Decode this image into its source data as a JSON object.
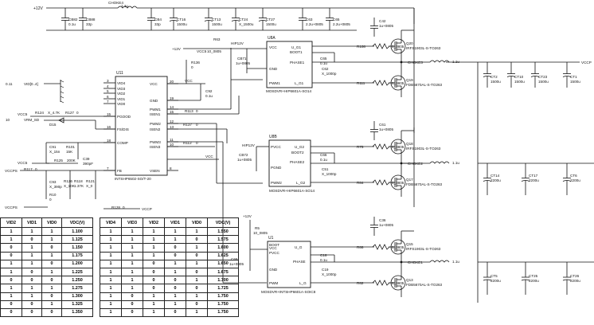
{
  "rail": {
    "v12": "+12V",
    "choke4": "CHOKE4",
    "choke4_val": "1.1u",
    "vccp": "VCCP",
    "vcc5": "VCC5"
  },
  "top_caps": [
    {
      "ref": "CB82",
      "val": "0.1u"
    },
    {
      "ref": "CB88",
      "val": "33p"
    },
    {
      "ref": "CB4",
      "val": "33p"
    },
    {
      "ref": "CT16",
      "val": "1500u"
    },
    {
      "ref": "CT13",
      "val": "1500u"
    },
    {
      "ref": "CT24",
      "val": "X_1500u"
    },
    {
      "ref": "CT27",
      "val": "1500u"
    },
    {
      "ref": "C63",
      "val": "2.2u+0805"
    },
    {
      "ref": "C65",
      "val": "2.2u+0805"
    }
  ],
  "u11": {
    "ref": "U11",
    "part": "INTSHP6502-SO/T-20",
    "left_pins": [
      {
        "num": "3",
        "name": "VID4"
      },
      {
        "num": "4",
        "name": "VID3"
      },
      {
        "num": "5",
        "name": "VID2"
      },
      {
        "num": "6",
        "name": "VID1"
      },
      {
        "num": "7",
        "name": "VID0"
      },
      {
        "num": "15",
        "name": "PGOOD"
      },
      {
        "num": "16",
        "name": "FS/DIS"
      },
      {
        "num": "18",
        "name": "COMP"
      },
      {
        "num": "7",
        "name": "FB"
      }
    ],
    "right_pins": [
      {
        "num": "20",
        "name": "VCC"
      },
      {
        "num": "19",
        "name": "GND"
      },
      {
        "num": "14",
        "name": "PWM1"
      },
      {
        "num": "15",
        "name": "ISEN1"
      },
      {
        "num": "12",
        "name": "PWM2"
      },
      {
        "num": "13",
        "name": "ISEN2"
      },
      {
        "num": "11",
        "name": "PWM3"
      },
      {
        "num": "10",
        "name": "ISEN3"
      },
      {
        "num": "8",
        "name": "VSEN"
      }
    ]
  },
  "drivers": [
    {
      "ref": "U8A",
      "part": "MOSDVR+HIP6601A-SO14",
      "pins": [
        "VCC",
        "BOOT1",
        "U_G1",
        "PHASE1",
        "GND",
        "PWM1",
        "L_G1"
      ]
    },
    {
      "ref": "U8B",
      "part": "MOSDVR+HIP6601A-SO14",
      "pins": [
        "PVCC",
        "U_G2",
        "BOOT2",
        "PGND",
        "PHASE2",
        "PWM2",
        "L_G2"
      ]
    },
    {
      "ref": "U1",
      "part": "MOSDVR+INTSHP6601A-SOIC8",
      "pins": [
        "BOOT",
        "VCC",
        "PVCC",
        "U_G",
        "PHASE",
        "GND",
        "PWM",
        "L_G"
      ]
    }
  ],
  "mosfets": [
    {
      "ref": "Q20",
      "part": "IRFS1903L-S-TO263"
    },
    {
      "ref": "Q19",
      "part": "FDB5670AL-S-TO263"
    },
    {
      "ref": "Q18",
      "part": "IRFS1903L-S-TO263"
    },
    {
      "ref": "Q17",
      "part": "FDB5670AL-S-TO263"
    },
    {
      "ref": "Q15",
      "part": "IRFS1903L-S-TO263"
    },
    {
      "ref": "Q13",
      "part": "FDB5670AL-S-TO263"
    }
  ],
  "chokes": [
    {
      "ref": "CHOKE3",
      "val": "1.1u"
    },
    {
      "ref": "CHOKE2",
      "val": "1.1u"
    },
    {
      "ref": "CHOKE1",
      "val": "1.1u"
    }
  ],
  "gate_resistors": [
    {
      "ref": "R108",
      "val": "0_0805"
    },
    {
      "ref": "R111",
      "val": "0_0805"
    },
    {
      "ref": "R75",
      "val": "0_0805"
    },
    {
      "ref": "R84",
      "val": "0_0805"
    },
    {
      "ref": "R86",
      "val": "0_0805"
    },
    {
      "ref": "R82",
      "val": "0_0805"
    }
  ],
  "out_caps_top": [
    {
      "ref": "CT2",
      "val": "1500u"
    },
    {
      "ref": "CT10",
      "val": "1500u"
    },
    {
      "ref": "CT23",
      "val": "1500u"
    },
    {
      "ref": "CT1",
      "val": "1500u"
    }
  ],
  "out_caps_mid": [
    {
      "ref": "CT14",
      "val": "2200u"
    },
    {
      "ref": "CT17",
      "val": "2200u"
    },
    {
      "ref": "CT6",
      "val": "2200u"
    }
  ],
  "out_caps_bot": [
    {
      "ref": "CT5",
      "val": "2200u"
    },
    {
      "ref": "CT25",
      "val": "2200u"
    },
    {
      "ref": "CT26",
      "val": "2200u"
    }
  ],
  "boot_caps": [
    {
      "ref": "C42",
      "val": "1u+0805"
    },
    {
      "ref": "C61",
      "val": "1u+0805"
    },
    {
      "ref": "C36",
      "val": "1u+0805"
    }
  ],
  "misc": {
    "r63": "R63",
    "r63_val": "10_0805",
    "hip12v_1": "HIP12V",
    "hip12v_2": "HIP12V",
    "cb71": "CB71",
    "cb71_val": "1u+0805",
    "cb72": "CB72",
    "cb72_val": "1u+0805",
    "r136": "R136",
    "r136_val": "0",
    "c92": "C92",
    "c92_val": "0.1u",
    "c65b": "C65",
    "c65b_val": "0.1u",
    "c62": "C62",
    "c62_val": "X_1000p",
    "c66": "C66",
    "c66_val": "0.1u",
    "c51": "C51",
    "c51_val": "X_1000p",
    "c16": "C16",
    "c16_val": "0.1u",
    "c19": "C19",
    "c19_val": "X_1000p",
    "r5": "R5",
    "r5_val": "10_0805",
    "c69": "C69",
    "c69_val": "1u+0805",
    "vid_bus": "VID[0..4]",
    "vid_num": "0.11",
    "label10": "10",
    "r124": "R124",
    "r124_val": "X_4.7K",
    "r127": "R127",
    "r127_val": "0",
    "vrm_sd": "VRM_SD",
    "d15": "D15",
    "c91": "C91",
    "c91_val": "X_15n",
    "r101": "R101",
    "r101_val": "15K",
    "c39": "C39",
    "c39_val": "390pF",
    "r125": "R125",
    "r125_val": "200K",
    "r117": "R117",
    "r117_val": "0",
    "c93": "C93",
    "c93_val": "X_390p",
    "r126": "R126",
    "r126_val": "X_10K",
    "r118": "R118",
    "r118_val": "1.37K",
    "r121": "R121",
    "r121_val": "X_0",
    "r10": "R10",
    "r10_val": "0",
    "vccps": "VCCPS",
    "vccps2": "VCCPS",
    "vcc5b": "VCC5",
    "r128": "R128",
    "r128_val": "0",
    "r137": "R137",
    "r137_val": "0",
    "r113": "R113",
    "r113_val": "0",
    "r112": "R112",
    "r112_val": "0",
    "vcc": "VCC",
    "vcc2": "VCC"
  },
  "vid_table": {
    "headers_left": [
      "VID2",
      "VID1",
      "VID0",
      "VDC(V)"
    ],
    "headers_right": [
      "VID4",
      "VID3",
      "VID2",
      "VID1",
      "VID0",
      "VDC(V)"
    ],
    "rows_left": [
      [
        "1",
        "1",
        "1",
        "1.100"
      ],
      [
        "1",
        "0",
        "1",
        "1.125"
      ],
      [
        "0",
        "1",
        "0",
        "1.150"
      ],
      [
        "0",
        "1",
        "1",
        "1.175"
      ],
      [
        "1",
        "1",
        "0",
        "1.200"
      ],
      [
        "1",
        "0",
        "1",
        "1.225"
      ],
      [
        "0",
        "0",
        "0",
        "1.250"
      ],
      [
        "1",
        "1",
        "1",
        "1.275"
      ],
      [
        "1",
        "1",
        "0",
        "1.300"
      ],
      [
        "0",
        "0",
        "1",
        "1.325"
      ],
      [
        "0",
        "0",
        "0",
        "1.350"
      ]
    ],
    "rows_right": [
      [
        "1",
        "1",
        "1",
        "1",
        "1",
        "1.550"
      ],
      [
        "1",
        "1",
        "1",
        "1",
        "0",
        "1.575"
      ],
      [
        "1",
        "1",
        "1",
        "0",
        "1",
        "1.600"
      ],
      [
        "1",
        "1",
        "1",
        "0",
        "0",
        "1.625"
      ],
      [
        "1",
        "1",
        "0",
        "1",
        "1",
        "1.650"
      ],
      [
        "1",
        "1",
        "0",
        "1",
        "0",
        "1.675"
      ],
      [
        "1",
        "1",
        "0",
        "0",
        "1",
        "1.700"
      ],
      [
        "1",
        "1",
        "0",
        "0",
        "0",
        "1.725"
      ],
      [
        "1",
        "0",
        "1",
        "1",
        "1",
        "1.750"
      ],
      [
        "1",
        "0",
        "1",
        "1",
        "0",
        "1.750"
      ],
      [
        "1",
        "0",
        "1",
        "0",
        "1",
        "1.750"
      ]
    ]
  }
}
